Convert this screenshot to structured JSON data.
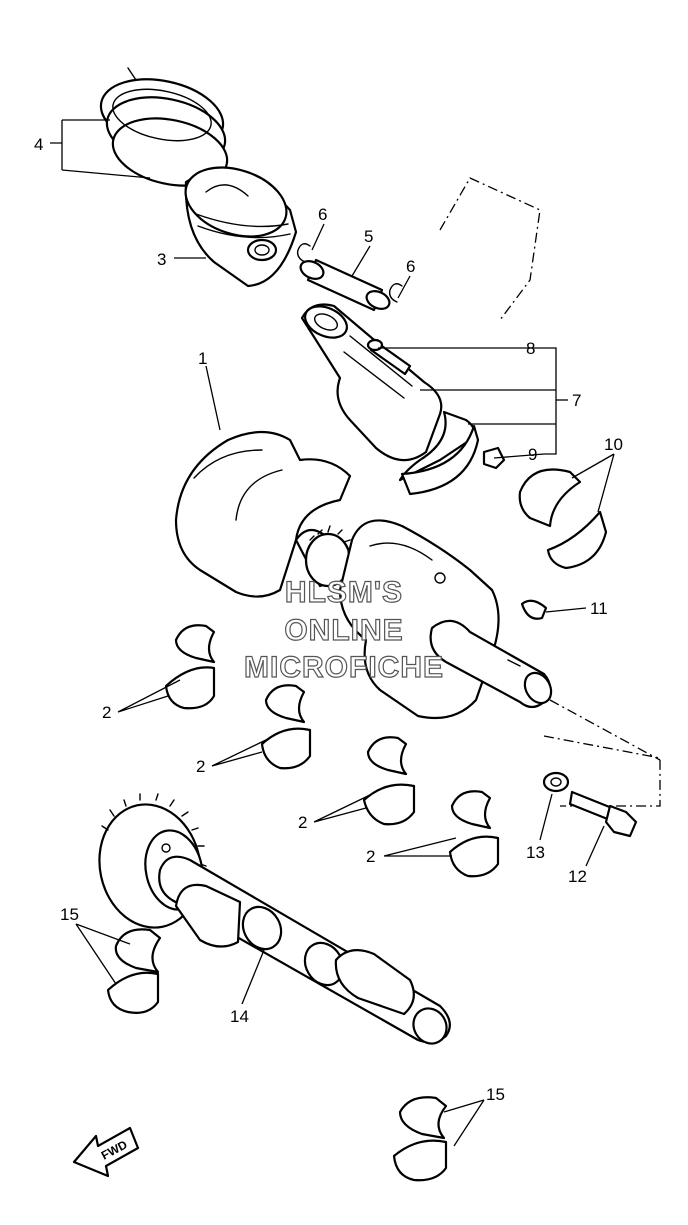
{
  "watermark": {
    "line1": "HLSM'S",
    "line2": "ONLINE",
    "line3": "MICROFICHE"
  },
  "direction_label": "FWD",
  "callouts": {
    "c1": "1",
    "c2a": "2",
    "c2b": "2",
    "c2c": "2",
    "c2d": "2",
    "c3": "3",
    "c4": "4",
    "c5": "5",
    "c6a": "6",
    "c6b": "6",
    "c7": "7",
    "c8": "8",
    "c9": "9",
    "c10": "10",
    "c11": "11",
    "c12": "12",
    "c13": "13",
    "c14": "14",
    "c15a": "15",
    "c15b": "15"
  }
}
